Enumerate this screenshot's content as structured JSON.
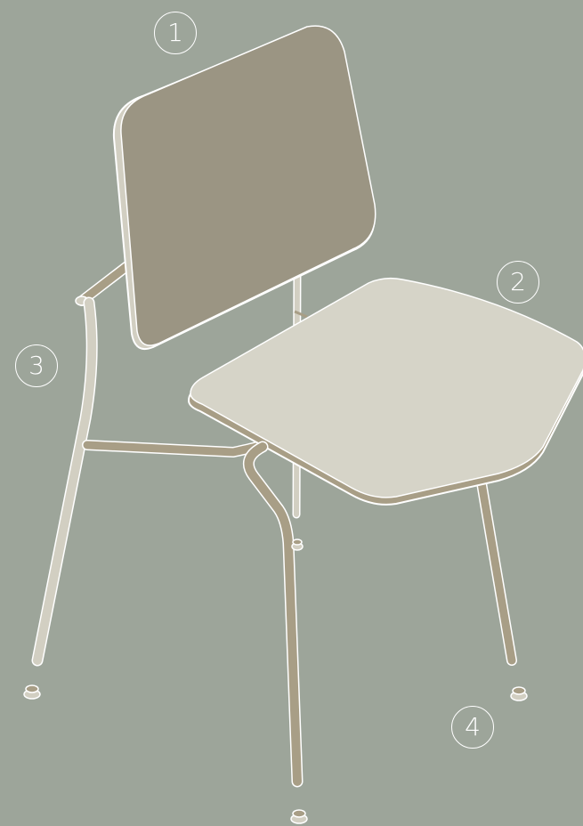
{
  "colors": {
    "background": "#9da59a",
    "backrest": "#9b9583",
    "seat": "#d6d4c8",
    "frame": "#d2cfc2",
    "frame_shadow": "#a89e86",
    "outline": "#ffffff"
  },
  "callouts": [
    {
      "label": "1",
      "part": "backrest"
    },
    {
      "label": "2",
      "part": "seat"
    },
    {
      "label": "3",
      "part": "frame"
    },
    {
      "label": "4",
      "part": "glides"
    }
  ]
}
